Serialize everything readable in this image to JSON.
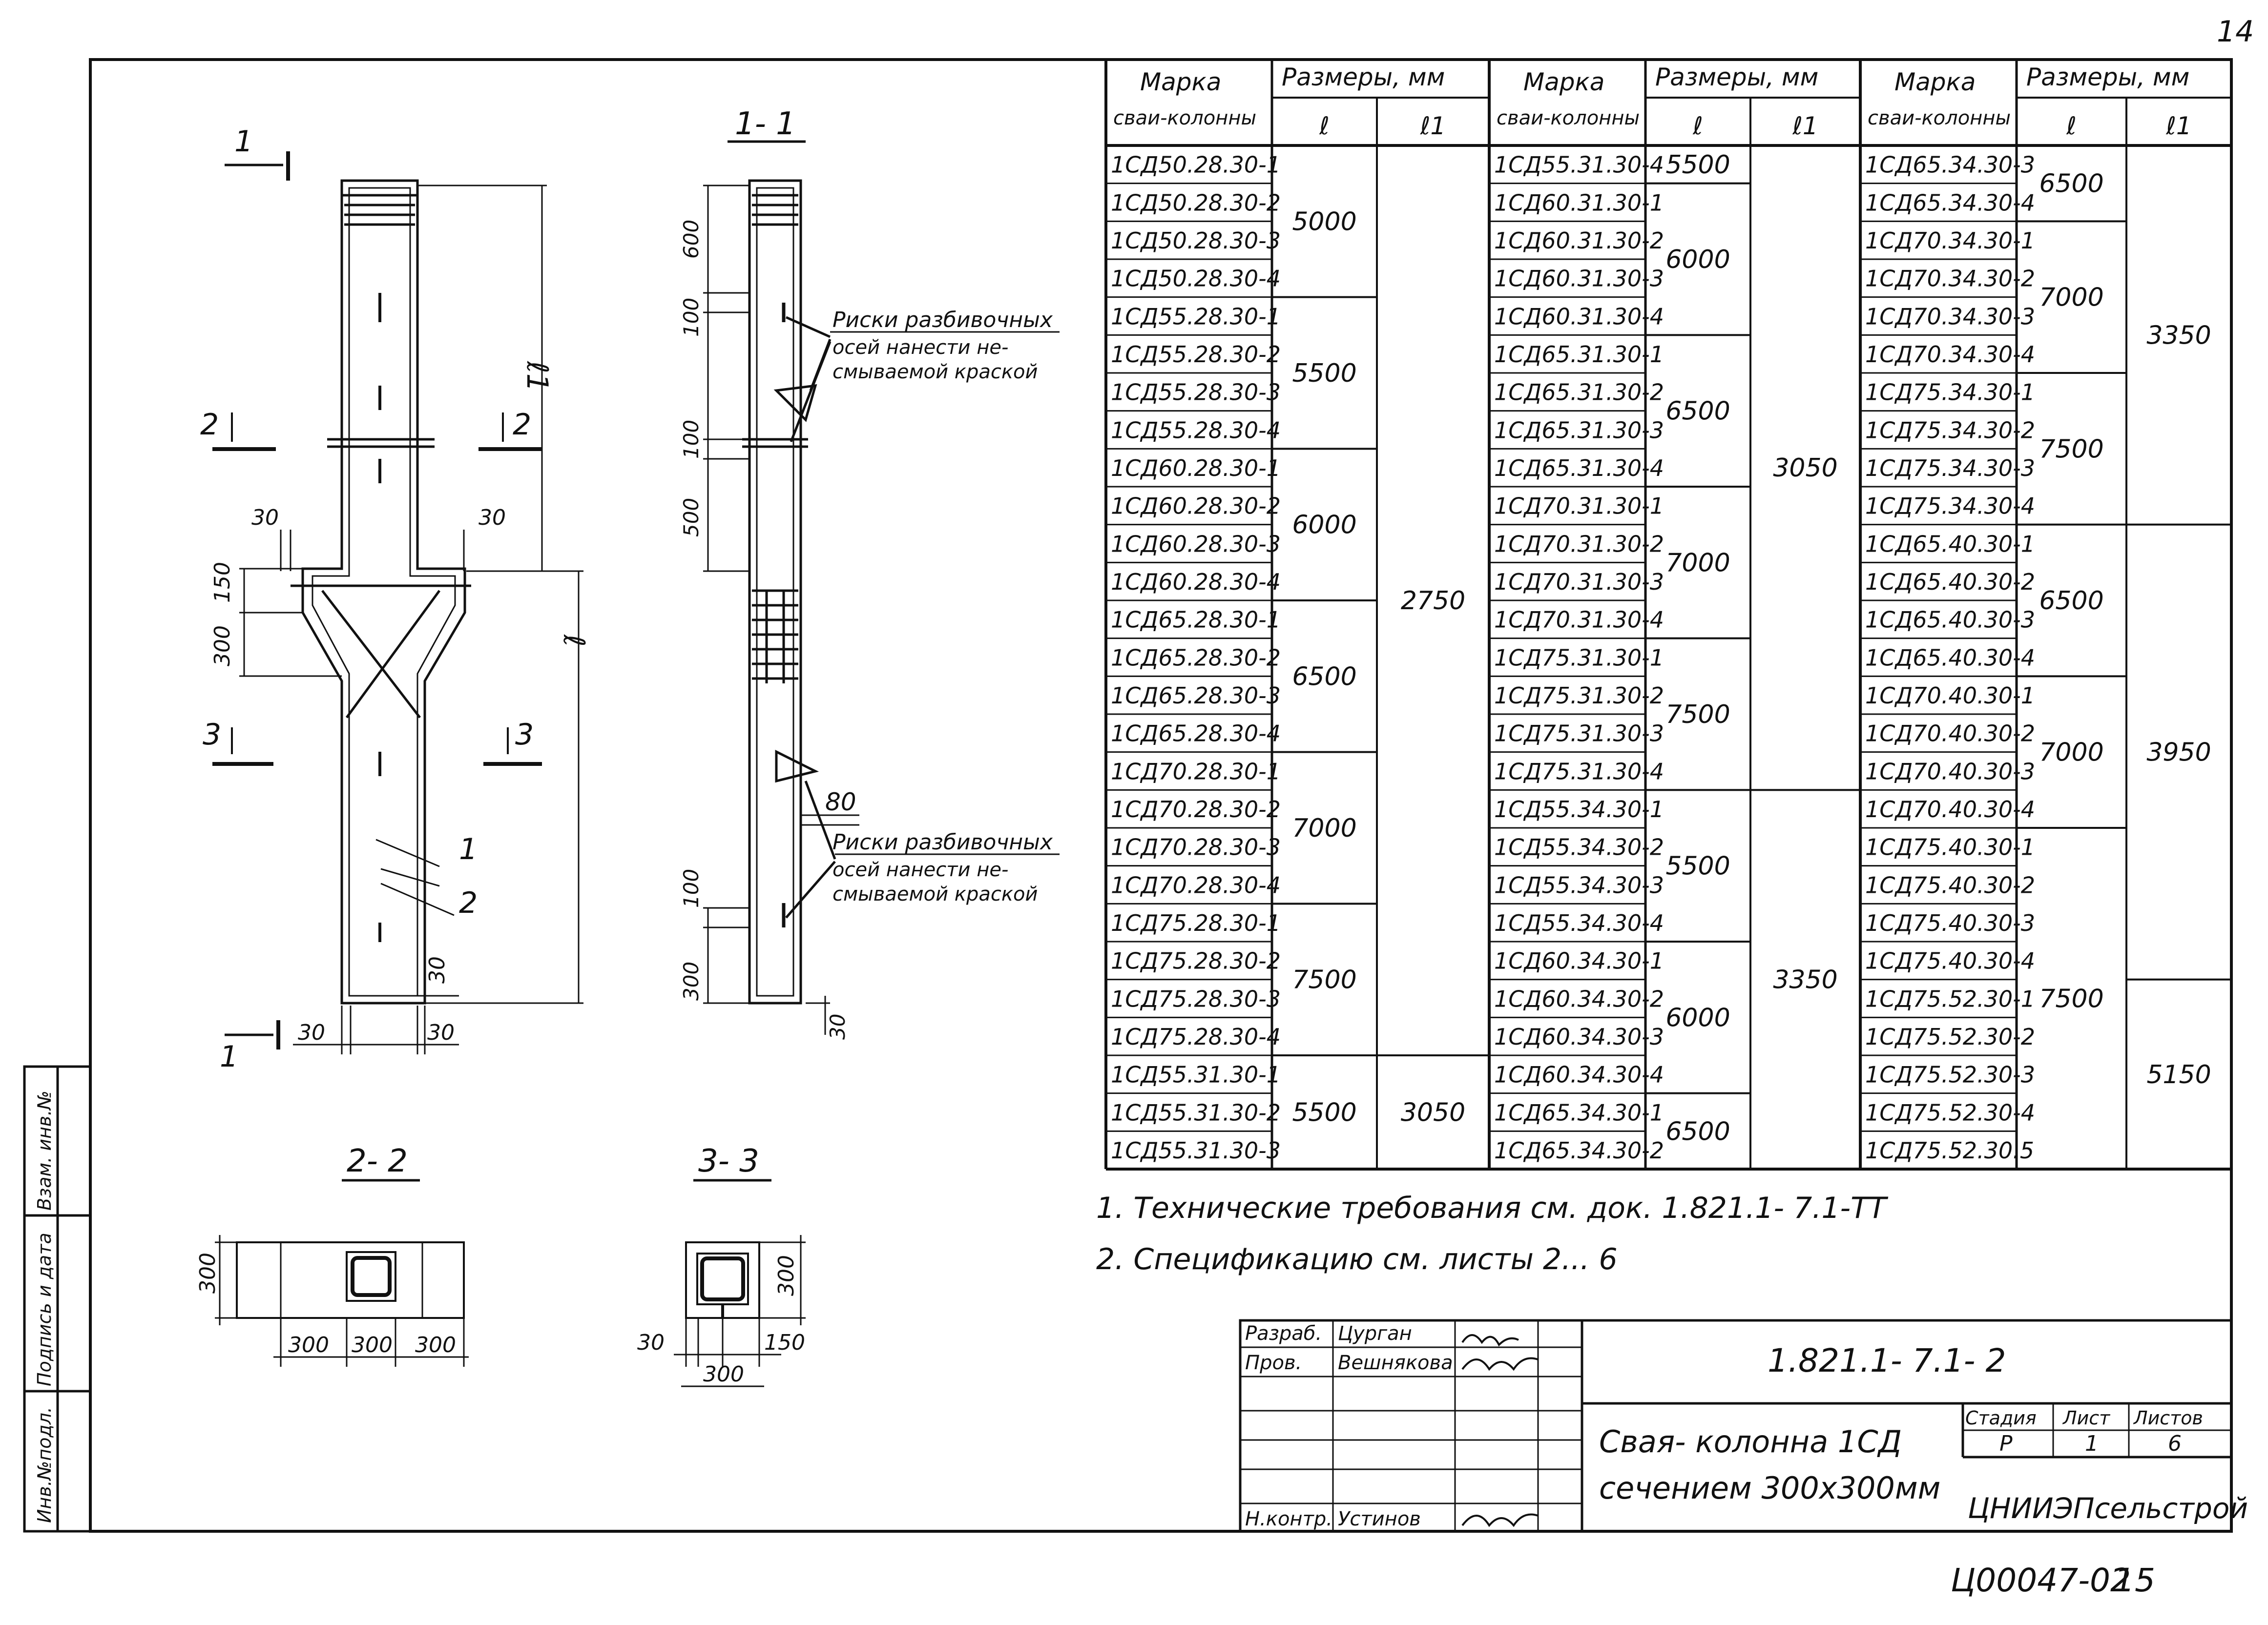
{
  "page_number_top": "14",
  "archive_code": "Ц00047-02",
  "archive_page": "15",
  "views": {
    "elevation": {
      "section_a": "1",
      "section_b": "2",
      "section_c": "3",
      "dims": {
        "d30_left": "30",
        "d30_right": "30",
        "d150": "150",
        "d300": "300",
        "l1": "ℓ1",
        "l": "ℓ",
        "b30_left": "30",
        "b30_right": "30",
        "b30_side": "30"
      },
      "callouts": [
        "1",
        "2"
      ]
    },
    "section_1_1": {
      "title": "1- 1",
      "dims": [
        "600",
        "100",
        "100",
        "500",
        "80",
        "100",
        "300",
        "30"
      ],
      "note_top": [
        "Риски разбивочных",
        "осей нанести не-",
        "смываемой краской"
      ],
      "note_bottom": [
        "Риски разбивочных",
        "осей нанести не-",
        "смываемой краской"
      ]
    },
    "section_2_2": {
      "title": "2- 2",
      "dims": [
        "300",
        "300",
        "300",
        "300"
      ]
    },
    "section_3_3": {
      "title": "3- 3",
      "dims": [
        "30",
        "150",
        "300",
        "300"
      ]
    }
  },
  "table": {
    "col_mark": [
      "Марка",
      "сваи-колонны"
    ],
    "col_size": "Размеры, мм",
    "col_l": "ℓ",
    "col_l1": "ℓ1",
    "group1": {
      "marks": [
        "1СД50.28.30-1",
        "1СД50.28.30-2",
        "1СД50.28.30-3",
        "1СД50.28.30-4",
        "1СД55.28.30-1",
        "1СД55.28.30-2",
        "1СД55.28.30-3",
        "1СД55.28.30-4",
        "1СД60.28.30-1",
        "1СД60.28.30-2",
        "1СД60.28.30-3",
        "1СД60.28.30-4",
        "1СД65.28.30-1",
        "1СД65.28.30-2",
        "1СД65.28.30-3",
        "1СД65.28.30-4",
        "1СД70.28.30-1",
        "1СД70.28.30-2",
        "1СД70.28.30-3",
        "1СД70.28.30-4",
        "1СД75.28.30-1",
        "1СД75.28.30-2",
        "1СД75.28.30-3",
        "1СД75.28.30-4",
        "1СД55.31.30-1",
        "1СД55.31.30-2",
        "1СД55.31.30-3"
      ],
      "l_groups": [
        {
          "value": "5000",
          "rows": 4
        },
        {
          "value": "5500",
          "rows": 4
        },
        {
          "value": "6000",
          "rows": 4
        },
        {
          "value": "6500",
          "rows": 4
        },
        {
          "value": "7000",
          "rows": 4
        },
        {
          "value": "7500",
          "rows": 4
        },
        {
          "value": "5500",
          "rows": 3
        }
      ],
      "l1_groups": [
        {
          "value": "2750",
          "rows": 24
        },
        {
          "value": "3050",
          "rows": 3
        }
      ]
    },
    "group2": {
      "marks": [
        "1СД55.31.30-4",
        "1СД60.31.30-1",
        "1СД60.31.30-2",
        "1СД60.31.30-3",
        "1СД60.31.30-4",
        "1СД65.31.30-1",
        "1СД65.31.30-2",
        "1СД65.31.30-3",
        "1СД65.31.30-4",
        "1СД70.31.30-1",
        "1СД70.31.30-2",
        "1СД70.31.30-3",
        "1СД70.31.30-4",
        "1СД75.31.30-1",
        "1СД75.31.30-2",
        "1СД75.31.30-3",
        "1СД75.31.30-4",
        "1СД55.34.30-1",
        "1СД55.34.30-2",
        "1СД55.34.30-3",
        "1СД55.34.30-4",
        "1СД60.34.30-1",
        "1СД60.34.30-2",
        "1СД60.34.30-3",
        "1СД60.34.30-4",
        "1СД65.34.30-1",
        "1СД65.34.30-2"
      ],
      "l_groups": [
        {
          "value": "5500",
          "rows": 1
        },
        {
          "value": "6000",
          "rows": 4
        },
        {
          "value": "6500",
          "rows": 4
        },
        {
          "value": "7000",
          "rows": 4
        },
        {
          "value": "7500",
          "rows": 4
        },
        {
          "value": "5500",
          "rows": 4
        },
        {
          "value": "6000",
          "rows": 4
        },
        {
          "value": "6500",
          "rows": 2
        }
      ],
      "l1_groups": [
        {
          "value": "3050",
          "rows": 17
        },
        {
          "value": "3350",
          "rows": 10
        }
      ]
    },
    "group3": {
      "marks": [
        "1СД65.34.30-3",
        "1СД65.34.30-4",
        "1СД70.34.30-1",
        "1СД70.34.30-2",
        "1СД70.34.30-3",
        "1СД70.34.30-4",
        "1СД75.34.30-1",
        "1СД75.34.30-2",
        "1СД75.34.30-3",
        "1СД75.34.30-4",
        "1СД65.40.30-1",
        "1СД65.40.30-2",
        "1СД65.40.30-3",
        "1СД65.40.30-4",
        "1СД70.40.30-1",
        "1СД70.40.30-2",
        "1СД70.40.30-3",
        "1СД70.40.30-4",
        "1СД75.40.30-1",
        "1СД75.40.30-2",
        "1СД75.40.30-3",
        "1СД75.40.30-4",
        "1СД75.52.30-1",
        "1СД75.52.30-2",
        "1СД75.52.30-3",
        "1СД75.52.30-4",
        "1СД75.52.30.5"
      ],
      "l_groups": [
        {
          "value": "6500",
          "rows": 2
        },
        {
          "value": "7000",
          "rows": 4
        },
        {
          "value": "7500",
          "rows": 4
        },
        {
          "value": "6500",
          "rows": 4
        },
        {
          "value": "7000",
          "rows": 4
        },
        {
          "value": "7500",
          "rows": 9
        }
      ],
      "l1_groups": [
        {
          "value": "3350",
          "rows": 10
        },
        {
          "value": "3950",
          "rows": 12
        },
        {
          "value": "5150",
          "rows": 5
        }
      ]
    }
  },
  "notes": [
    "1. Технические требования см. док. 1.821.1- 7.1-ТТ",
    "2. Спецификацию см. листы    2... 6"
  ],
  "title_block": {
    "roles": [
      "Разраб.",
      "Пров.",
      "",
      "",
      "",
      "Н.контр."
    ],
    "names": [
      "Цурган",
      "Вешнякова",
      "",
      "",
      "",
      "Устинов"
    ],
    "doc_code": "1.821.1- 7.1- 2",
    "title_line1": "Свая- колонна 1СД",
    "title_line2": "сечением 300х300мм",
    "stage_label": "Стадия",
    "sheet_label": "Лист",
    "sheets_label": "Листов",
    "stage": "Р",
    "sheet": "1",
    "sheets": "6",
    "organization": "ЦНИИЭПсельстрой"
  },
  "side_stamp": [
    "Инв.№подл.",
    "Подпись и дата",
    "Взам. инв.№"
  ]
}
